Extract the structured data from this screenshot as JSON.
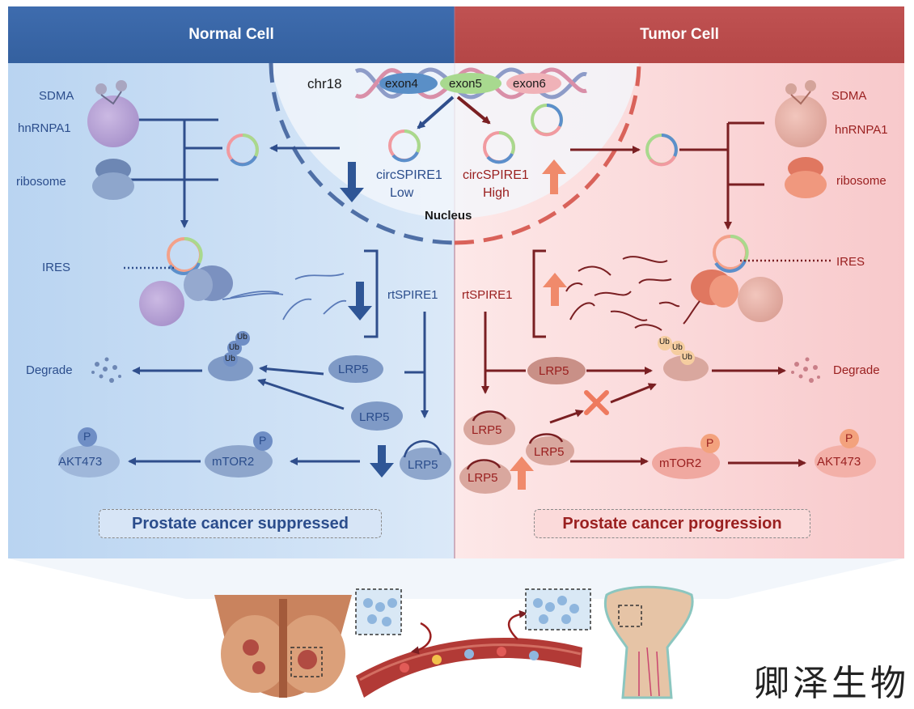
{
  "headers": {
    "normal": "Normal Cell",
    "tumor": "Tumor Cell"
  },
  "nucleus": {
    "chrom": "chr18",
    "exons": [
      "exon4",
      "exon5",
      "exon6"
    ],
    "label": "Nucleus",
    "circ_low": [
      "circSPIRE1",
      "Low"
    ],
    "circ_high": [
      "circSPIRE1",
      "High"
    ]
  },
  "normal": {
    "sdma": "SDMA",
    "hnrnpa1": "hnRNPA1",
    "ribosome": "ribosome",
    "ires": "IRES",
    "rtspire1": "rtSPIRE1",
    "degrade": "Degrade",
    "lrp5_a": "LRP5",
    "lrp5_b": "LRP5",
    "lrp5_c": "LRP5",
    "ub": [
      "Ub",
      "Ub",
      "Ub"
    ],
    "mtor2": "mTOR2",
    "akt473": "AKT473",
    "p": "P",
    "p2": "P",
    "result": "Prostate cancer suppressed"
  },
  "tumor": {
    "sdma": "SDMA",
    "hnrnpa1": "hnRNPA1",
    "ribosome": "ribosome",
    "ires": "IRES",
    "rtspire1": "rtSPIRE1",
    "degrade": "Degrade",
    "lrp5_a": "LRP5",
    "lrp5_b": "LRP5",
    "lrp5_c": "LRP5",
    "lrp5_d": "LRP5",
    "ub": [
      "Ub",
      "Ub",
      "Ub"
    ],
    "mtor2": "mTOR2",
    "akt473": "AKT473",
    "p": "P",
    "p2": "P",
    "result": "Prostate cancer progression"
  },
  "watermark": "卿泽生物",
  "colors": {
    "normal_header": "#3b67a8",
    "tumor_header": "#b84a4a",
    "normal_bg": "#cfe2f6",
    "tumor_bg": "#fbdcdc",
    "blue_arrow": "#2f4e8c",
    "red_arrow": "#7a1f22",
    "up_arrow": "#f08a6b",
    "cross": "#ee7a5e"
  }
}
